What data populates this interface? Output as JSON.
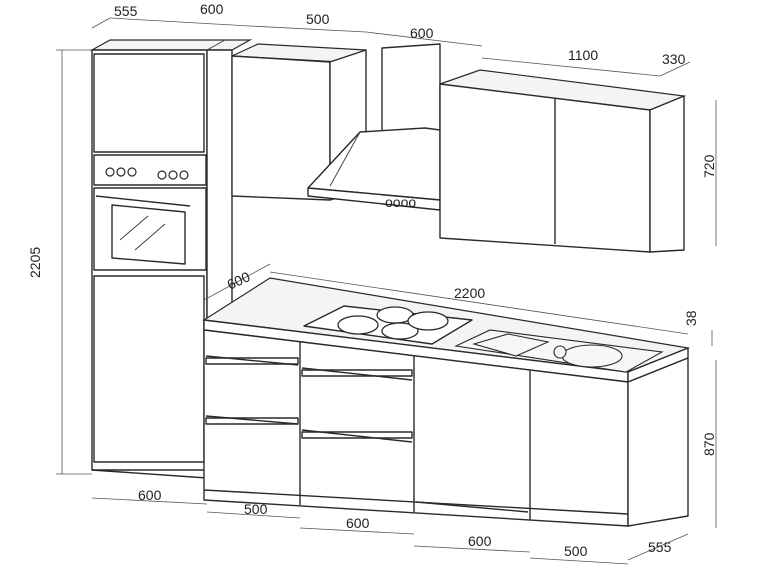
{
  "dimensions": {
    "tall_cabinet_depth": "555",
    "tall_cabinet_width_top": "600",
    "wall_cabinet_width": "500",
    "hood_width": "600",
    "wall_double_width": "1100",
    "wall_cabinet_depth": "330",
    "wall_cabinet_height": "720",
    "total_height": "2205",
    "counter_depth": "600",
    "counter_length": "2200",
    "counter_thickness": "38",
    "base_height": "870",
    "bottom_tall_width": "600",
    "bottom_drawer_width": "500",
    "bottom_drawer2_width": "600",
    "bottom_dishwasher_width": "600",
    "bottom_sink_width": "500",
    "bottom_depth": "555"
  }
}
